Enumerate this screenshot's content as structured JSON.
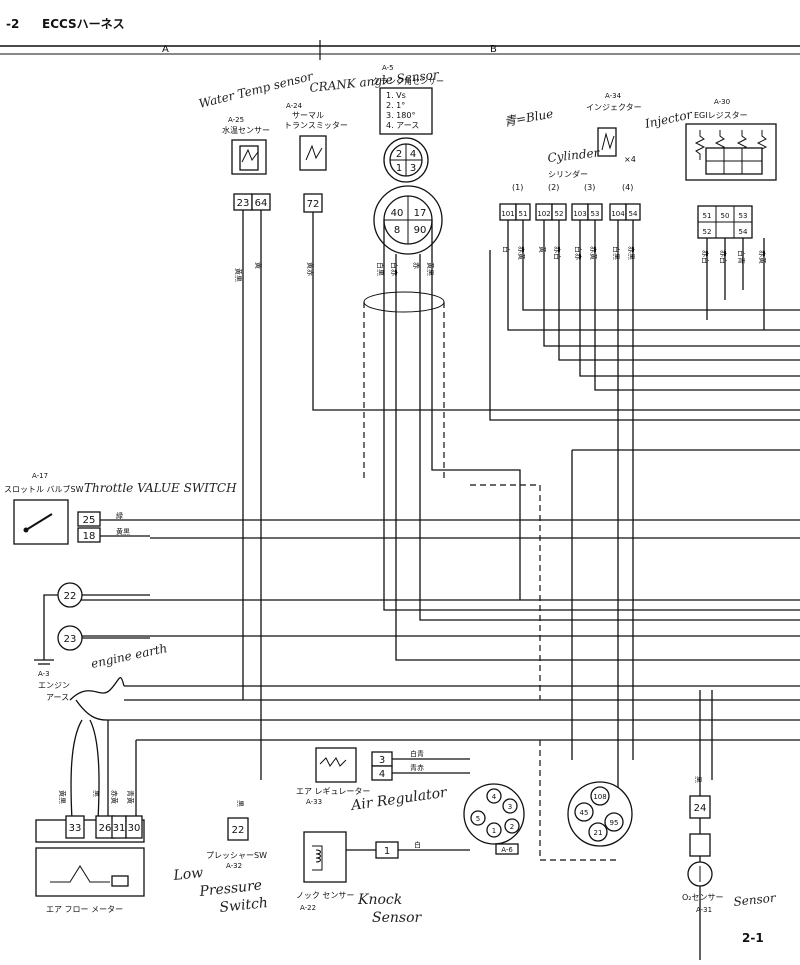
{
  "header": {
    "page_ref": "-2",
    "title": "ECCSハーネス",
    "zone_a": "A",
    "zone_b": "B"
  },
  "components": {
    "water_temp": {
      "ref": "A-25",
      "label": "水温センサー",
      "pins": [
        "23",
        "64"
      ],
      "note": "Water Temp sensor"
    },
    "thermal_tx": {
      "ref": "A-24",
      "label_1": "サーマル",
      "label_2": "トランスミッター",
      "pins": [
        "72"
      ],
      "note": "Thermal Transmitter"
    },
    "crank_sensor": {
      "ref": "A-5",
      "label": "クランク角センサー",
      "note": "CRANK angle Sensor",
      "legend": [
        "1. Vs",
        "2. 1°",
        "3. 180°",
        "4. アース"
      ],
      "pins_small": [
        "2",
        "4",
        "1",
        "3"
      ],
      "pins_big": [
        "40",
        "17",
        "8",
        "90"
      ]
    },
    "injector": {
      "ref": "A-34",
      "label": "インジェクター",
      "note": "Injector",
      "multiplier": "×4",
      "cyl_note": "Cylinder",
      "cyl_label": "シリンダー",
      "cyl_nums": [
        "(1)",
        "(2)",
        "(3)",
        "(4)"
      ],
      "pins": [
        "101",
        "51",
        "102",
        "52",
        "103",
        "53",
        "104",
        "54"
      ],
      "blue_note": "青=Blue"
    },
    "egi_resistor": {
      "ref": "A-30",
      "label": "EGIレジスター",
      "pins": [
        "51",
        "50",
        "53",
        "52",
        "54"
      ]
    },
    "throttle": {
      "ref": "A-17",
      "label": "スロットル バルブSW",
      "note": "Throttle VALUE SWITCH",
      "pins": [
        "25",
        "18"
      ]
    },
    "grounds": {
      "a": "22",
      "b": "23",
      "ref": "A-3",
      "label_1": "エンジン",
      "label_2": "アース",
      "note": "engine earth"
    },
    "air_flow": {
      "label": "エア フロー メーター",
      "pins": [
        "33",
        "26",
        "31",
        "30"
      ]
    },
    "pressure_sw": {
      "ref": "A-32",
      "label": "プレッシャーSW",
      "pins": [
        "22"
      ],
      "note_1": "Low",
      "note_2": "Pressure",
      "note_3": "Switch"
    },
    "air_reg": {
      "ref": "A-33",
      "label": "エア レギュレーター",
      "pins": [
        "3",
        "4"
      ],
      "note": "Air Regulator"
    },
    "knock": {
      "ref": "A-22",
      "label": "ノック センサー",
      "pins": [
        "1"
      ],
      "note_1": "Knock",
      "note_2": "Sensor"
    },
    "connector_a6": {
      "ref": "A-6",
      "pins": [
        "4",
        "3",
        "5",
        "1",
        "2"
      ]
    },
    "connector_big": {
      "pins": [
        "108",
        "45",
        "95",
        "21"
      ]
    },
    "o2": {
      "ref": "A-31",
      "label": "O₂センサー",
      "pins": [
        "24"
      ],
      "note": "Sensor"
    }
  },
  "wire_colors": {
    "w1": "白",
    "w2": "赤黄",
    "w3": "黄",
    "w4": "白赤",
    "w5": "赤白",
    "w6": "白黒",
    "w7": "黄赤",
    "w8": "青白",
    "w9": "黒白",
    "w10": "白青",
    "w11": "緑",
    "w12": "赤黒",
    "w13": "黄黒",
    "w14": "青赤",
    "w15": "黒",
    "w16": "赤",
    "w17": "青黄"
  },
  "footer": {
    "page": "2-1"
  }
}
